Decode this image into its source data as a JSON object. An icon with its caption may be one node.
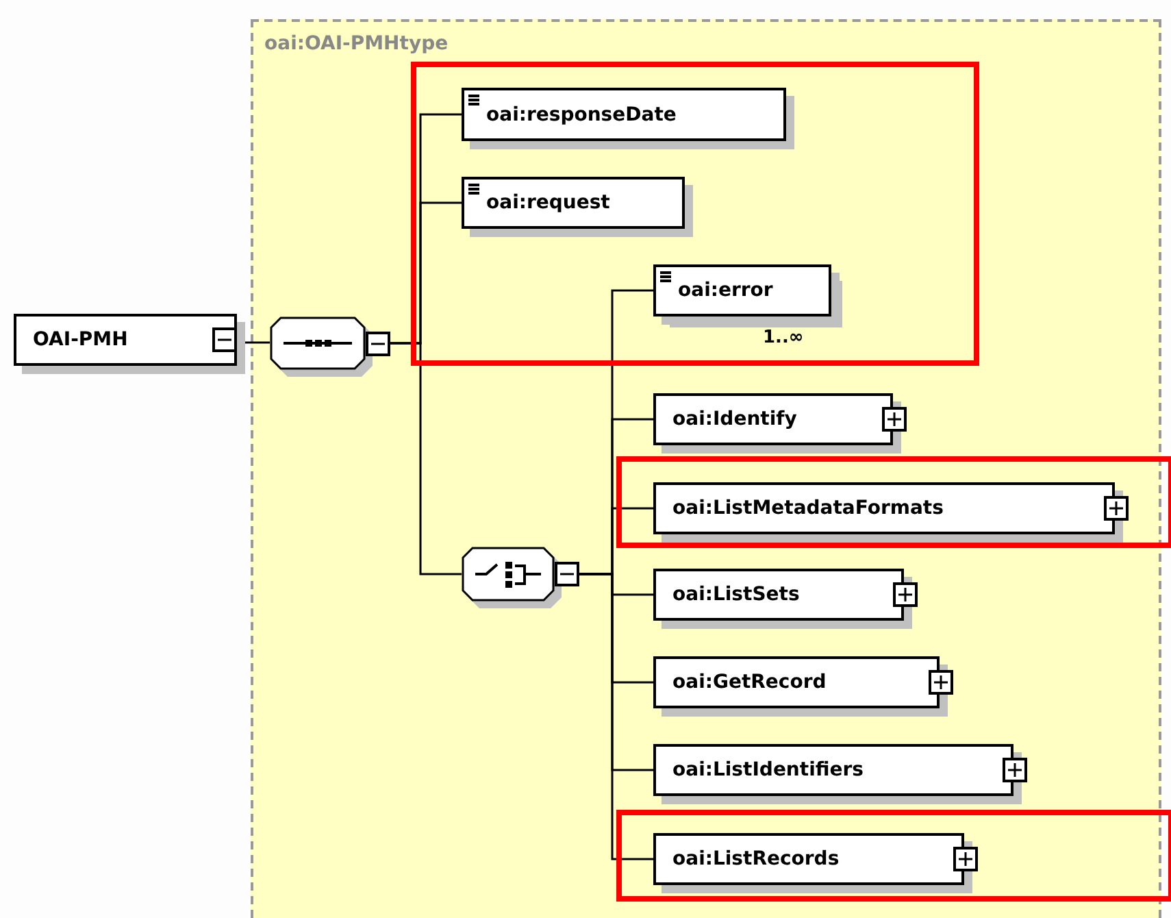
{
  "diagram": {
    "nodes": [
      {
        "text": [
          "oai:OAI-PMHtype"
        ]
      },
      {
        "text": [
          "OAI-PMH"
        ]
      },
      {
        "text": [],
        "shape": "octagon",
        "in": 0
      },
      {
        "text": [
          "oai:responseDate"
        ],
        "in": 0
      },
      {
        "text": [
          "oai:request"
        ],
        "in": 0
      },
      {
        "text": [
          "oai:error"
        ],
        "in": 0,
        "beside": [
          "1..∞"
        ]
      },
      {
        "text": [],
        "shape": "octagon",
        "in": 0
      },
      {
        "text": [
          "oai:Identify"
        ],
        "in": 0
      },
      {
        "text": [
          "oai:ListMetadataFormats"
        ],
        "in": 0
      },
      {
        "text": [
          "oai:ListSets"
        ],
        "in": 0
      },
      {
        "text": [
          "oai:GetRecord"
        ],
        "in": 0
      },
      {
        "text": [
          "oai:ListIdentifiers"
        ],
        "in": 0
      },
      {
        "text": [
          "oai:ListRecords"
        ],
        "in": 0
      }
    ],
    "edges": [
      {
        "from": 1,
        "to": 2,
        "arrow": "none"
      },
      {
        "from": 2,
        "to": 3,
        "arrow": "none"
      },
      {
        "from": 2,
        "to": 4,
        "arrow": "none"
      },
      {
        "from": 2,
        "to": 6,
        "arrow": "none"
      },
      {
        "from": 6,
        "to": 5,
        "arrow": "none"
      },
      {
        "from": 6,
        "to": 7,
        "arrow": "none"
      },
      {
        "from": 6,
        "to": 8,
        "arrow": "none"
      },
      {
        "from": 6,
        "to": 9,
        "arrow": "none"
      },
      {
        "from": 6,
        "to": 10,
        "arrow": "none"
      },
      {
        "from": 6,
        "to": 11,
        "arrow": "none"
      },
      {
        "from": 6,
        "to": 12,
        "arrow": "none"
      }
    ]
  }
}
